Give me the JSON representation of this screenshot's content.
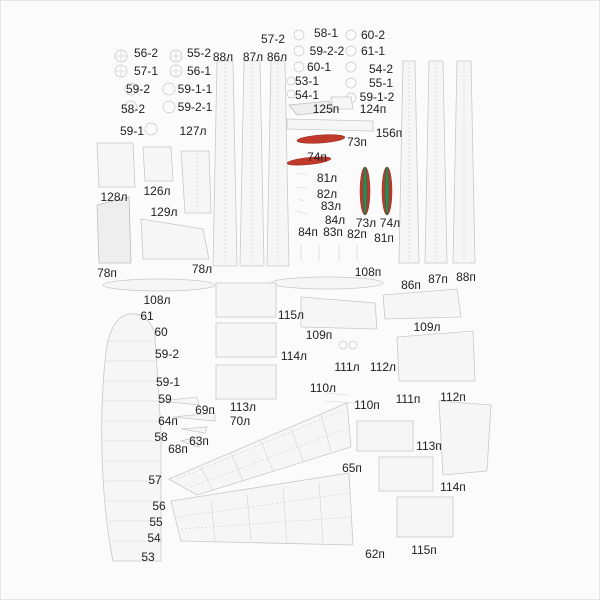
{
  "sheet": {
    "colors": {
      "paper": "#fbfbfb",
      "part_fill": "#f6f6f6",
      "part_stroke": "#c9c9c9",
      "accent_red": "#c0392b",
      "accent_green": "#2e8b57"
    }
  },
  "labels": [
    "56-2",
    "55-2",
    "88л",
    "87л",
    "86л",
    "57-2",
    "58-1",
    "60-2",
    "59-2-2",
    "61-1",
    "57-1",
    "56-1",
    "60-1",
    "54-2",
    "53-1",
    "55-1",
    "59-2",
    "59-1-1",
    "54-1",
    "59-1-2",
    "58-2",
    "59-2-1",
    "125п",
    "124п",
    "59-1",
    "127л",
    "73п",
    "156п",
    "74п",
    "128л",
    "126л",
    "81л",
    "82л",
    "83л",
    "129л",
    "84л",
    "73л",
    "74л",
    "84п",
    "83п",
    "82п",
    "81п",
    "78п",
    "78л",
    "108п",
    "86п",
    "87п",
    "88п",
    "108л",
    "61",
    "115л",
    "60",
    "109п",
    "109л",
    "59-2",
    "114л",
    "111л",
    "112л",
    "59-1",
    "110л",
    "111п",
    "112п",
    "59",
    "69п",
    "113л",
    "110п",
    "70л",
    "64п",
    "58",
    "63п",
    "113п",
    "68п",
    "57",
    "65п",
    "114п",
    "56",
    "55",
    "54",
    "53",
    "62п",
    "115п"
  ]
}
